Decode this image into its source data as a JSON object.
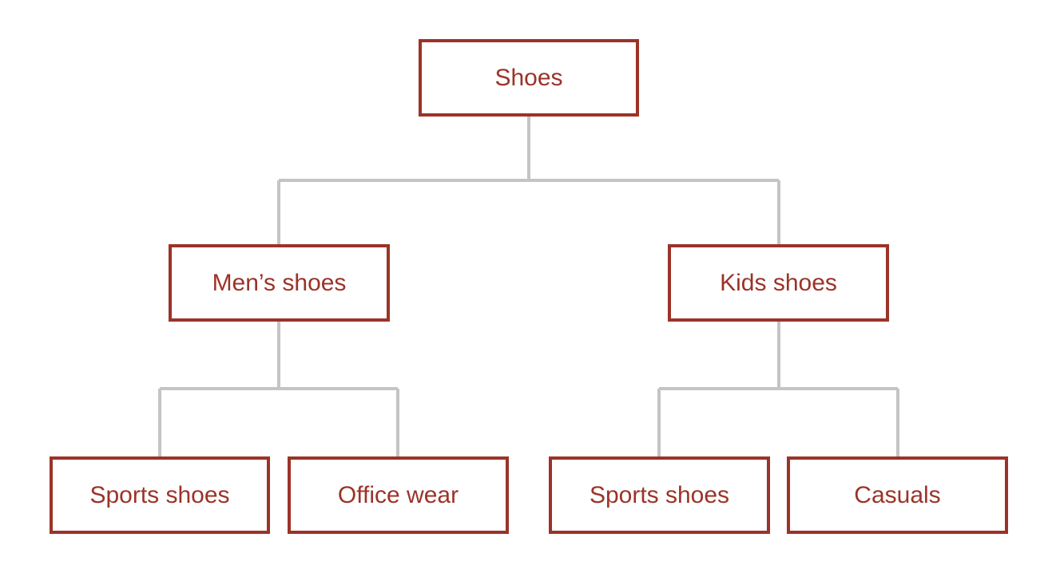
{
  "diagram": {
    "root": {
      "label": "Shoes"
    },
    "branches": [
      {
        "label": "Men’s shoes",
        "children": [
          {
            "label": "Sports shoes"
          },
          {
            "label": "Office wear"
          }
        ]
      },
      {
        "label": "Kids shoes",
        "children": [
          {
            "label": "Sports shoes"
          },
          {
            "label": "Casuals"
          }
        ]
      }
    ]
  },
  "colors": {
    "node_border": "#9b3328",
    "node_text": "#9b3328",
    "connector": "#c4c4c4",
    "background": "#ffffff"
  }
}
